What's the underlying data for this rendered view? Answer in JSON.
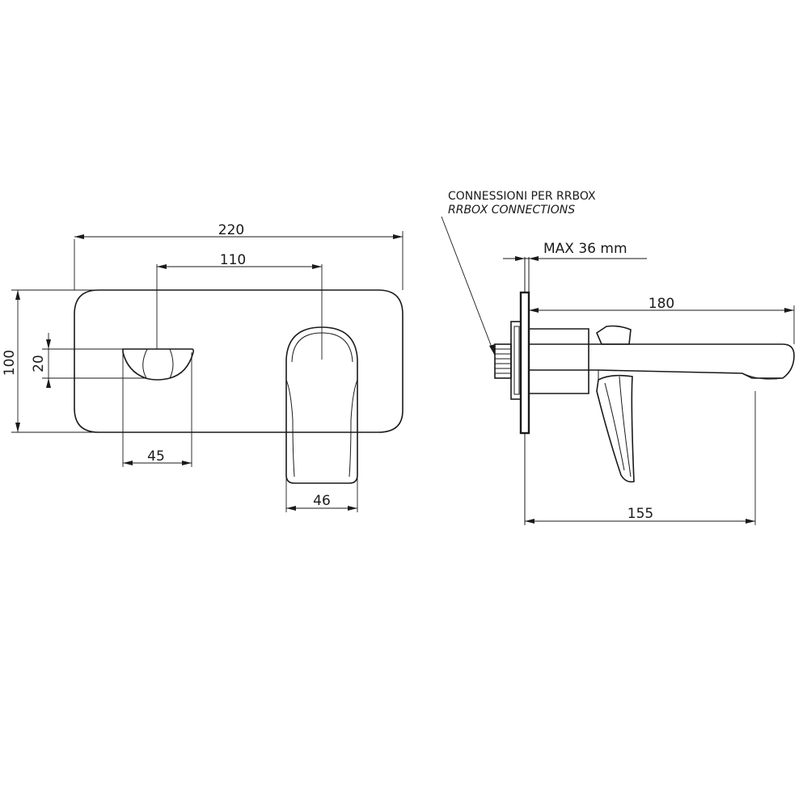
{
  "front_view": {
    "dim_width": "220",
    "dim_centers": "110",
    "dim_height": "100",
    "dim_spout_height": "20",
    "dim_spout_width": "45",
    "dim_handle_width": "46"
  },
  "side_view": {
    "note_it": "CONNESSIONI PER RRBOX",
    "note_en": "RRBOX CONNECTIONS",
    "dim_max_thickness": "MAX 36 mm",
    "dim_spout_length": "180",
    "dim_projection": "155"
  },
  "colors": {
    "line": "#1a1a1a",
    "background": "#ffffff"
  }
}
